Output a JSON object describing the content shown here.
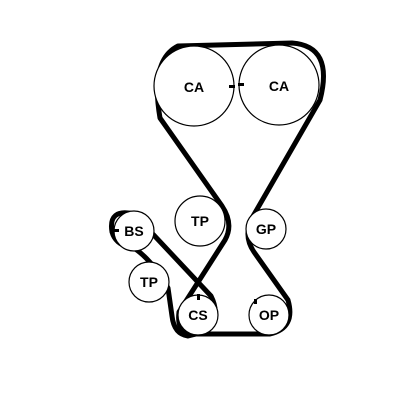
{
  "diagram": {
    "pulleys": [
      {
        "id": "cam-left",
        "label": "CA"
      },
      {
        "id": "cam-right",
        "label": "CA"
      },
      {
        "id": "tensioner-upper",
        "label": "TP"
      },
      {
        "id": "guide-pulley",
        "label": "GP"
      },
      {
        "id": "balance-shaft",
        "label": "BS"
      },
      {
        "id": "tensioner-lower",
        "label": "TP"
      },
      {
        "id": "crankshaft",
        "label": "CS"
      },
      {
        "id": "oil-pump",
        "label": "OP"
      }
    ]
  }
}
